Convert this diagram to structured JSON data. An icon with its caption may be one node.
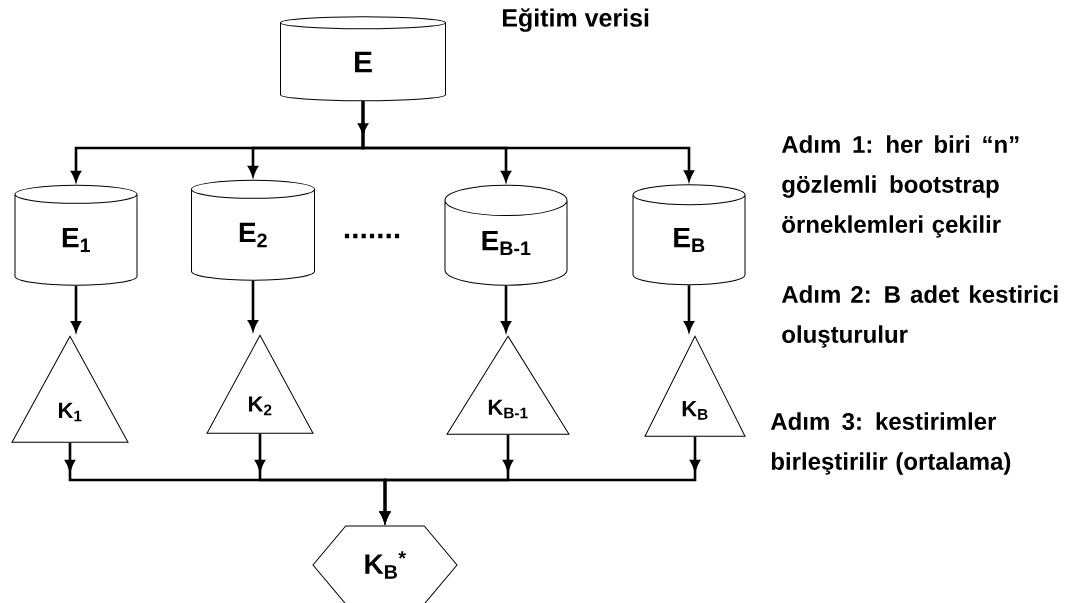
{
  "diagram": {
    "nodes": [
      {
        "text": [
          "E"
        ],
        "beside": [
          "Eğitim verisi"
        ]
      },
      {
        "text": [
          "E$_{1}$"
        ]
      },
      {
        "text": [
          "E$_{2}$"
        ]
      },
      {
        "text": [
          "E$_{B-1}$"
        ]
      },
      {
        "text": [
          "E$_{B}$"
        ]
      },
      {
        "text": [
          "K$_{1}$"
        ]
      },
      {
        "text": [
          "K$_{2}$"
        ]
      },
      {
        "text": [
          "K$_{B-1}$"
        ]
      },
      {
        "text": [
          "K$_{B}$"
        ]
      },
      {
        "text": [
          "K$_{B}$$^{*}$"
        ]
      }
    ],
    "edges": [
      {
        "from": 0,
        "to": 1,
        "arrow": "to"
      },
      {
        "from": 0,
        "to": 2,
        "arrow": "to"
      },
      {
        "from": 0,
        "to": 3,
        "arrow": "to"
      },
      {
        "from": 0,
        "to": 4,
        "arrow": "to"
      },
      {
        "from": 1,
        "to": 5,
        "arrow": "to"
      },
      {
        "from": 2,
        "to": 6,
        "arrow": "to"
      },
      {
        "from": 3,
        "to": 7,
        "arrow": "to"
      },
      {
        "from": 4,
        "to": 8,
        "arrow": "to"
      },
      {
        "from": 5,
        "to": 9,
        "arrow": "to"
      },
      {
        "from": 6,
        "to": 9,
        "arrow": "to"
      },
      {
        "from": 7,
        "to": 9,
        "arrow": "to"
      },
      {
        "from": 8,
        "to": 9,
        "arrow": "to"
      }
    ],
    "labels": [
      ".......",
      "Adım 1: her biri “n” gözlemli bootstrap örneklemleri çekilir",
      "Adım 2:  B adet kestirici oluşturulur",
      "Adım 3:  kestirimler birleştirilir (ortalama)"
    ]
  }
}
